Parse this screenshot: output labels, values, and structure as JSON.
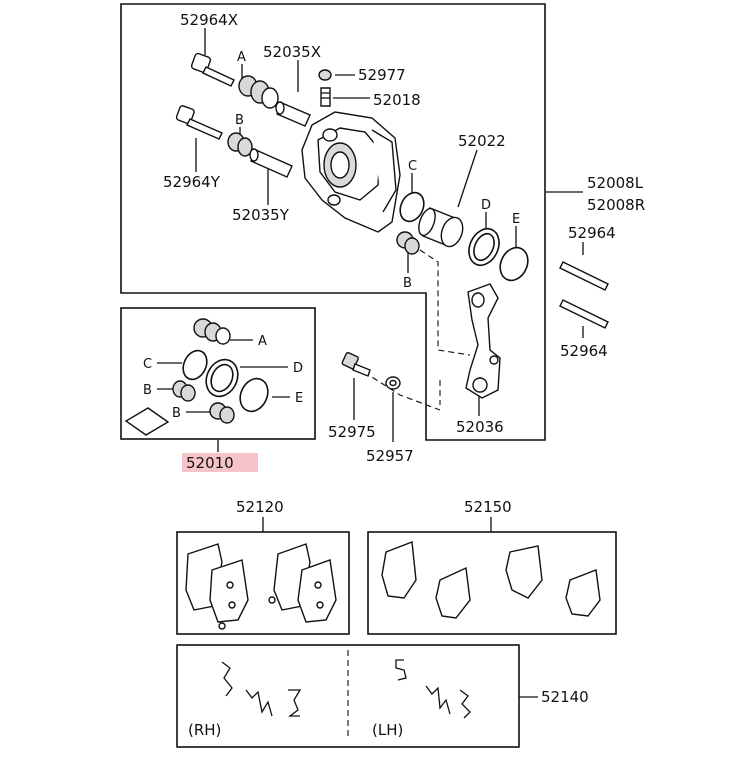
{
  "callouts": {
    "bolt_x": "52964X",
    "pin_x": "52035X",
    "bleeder_cap": "52977",
    "bleeder_screw": "52018",
    "bolt_y": "52964Y",
    "pin_y": "52035Y",
    "piston": "52022",
    "caliper_l": "52008L",
    "caliper_r": "52008R",
    "pin_1": "52964",
    "pin_2": "52964",
    "seal_kit": "52010",
    "bolt_small": "52975",
    "washer": "52957",
    "support": "52036",
    "pads_1": "52120",
    "pads_2": "52150",
    "clip_kit": "52140",
    "side_rh": "(RH)",
    "side_lh": "(LH)"
  },
  "letters": {
    "a_top": "A",
    "b_top": "B",
    "c_top": "C",
    "d_top": "D",
    "e_top": "E",
    "b_mid": "B",
    "a_kit": "A",
    "c_kit": "C",
    "d_kit": "D",
    "b_kit1": "B",
    "e_kit": "E",
    "b_kit2": "B"
  },
  "colors": {
    "highlight": "#f6c3c8"
  }
}
